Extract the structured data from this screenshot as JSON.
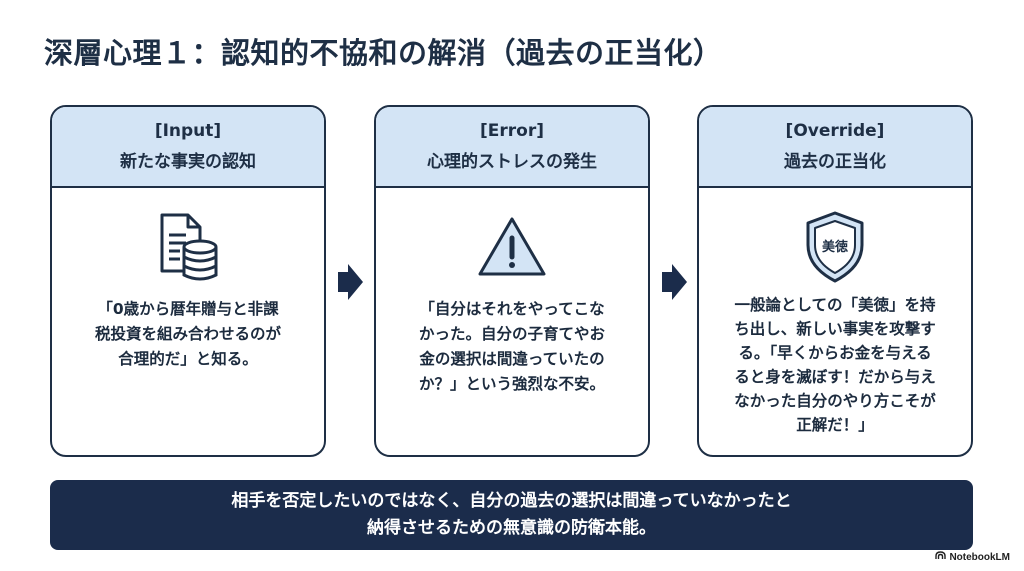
{
  "title": "深層心理１：認知的不協和の解消（過去の正当化）",
  "cards": [
    {
      "tag": "[Input]",
      "subtitle": "新たな事実の認知",
      "icon": "document-database-icon",
      "body_lines": [
        "「0歳から暦年贈与と非課",
        "税投資を組み合わせるのが",
        "合理的だ」と知る。"
      ]
    },
    {
      "tag": "[Error]",
      "subtitle": "心理的ストレスの発生",
      "icon": "warning-icon",
      "body_lines": [
        "「自分はそれをやってこな",
        "かった。自分の子育てやお",
        "金の選択は間違っていたの",
        "か？」という強烈な不安。"
      ]
    },
    {
      "tag": "[Override]",
      "subtitle": "過去の正当化",
      "icon": "shield-icon",
      "shield_text": "美徳",
      "body_lines": [
        "一般論としての「美徳」を持",
        "ち出し、新しい事実を攻撃す",
        "る。「早くからお金を与える",
        "ると身を滅ぼす！だから与え",
        "なかった自分のやり方こそが",
        "正解だ！」"
      ]
    }
  ],
  "banner": {
    "line1": "相手を否定したいのではなく、自分の過去の選択は間違っていなかったと",
    "line2": "納得させるための無意識の防衛本能。"
  },
  "brand": "NotebookLM",
  "colors": {
    "navy": "#1b2c4b",
    "header_fill": "#d3e4f5",
    "border": "#1e2f45"
  }
}
